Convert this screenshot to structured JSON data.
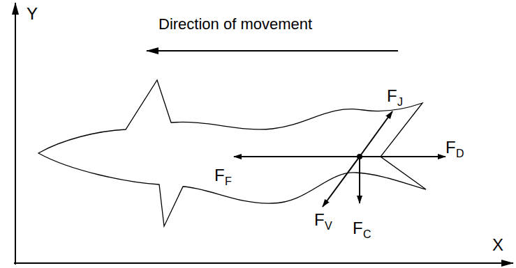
{
  "diagram": {
    "labels": [
      "Y",
      "X",
      "Direction of movement",
      "F",
      "J",
      "F",
      "D",
      "F",
      "F",
      "F",
      "V",
      "F",
      "C"
    ]
  }
}
